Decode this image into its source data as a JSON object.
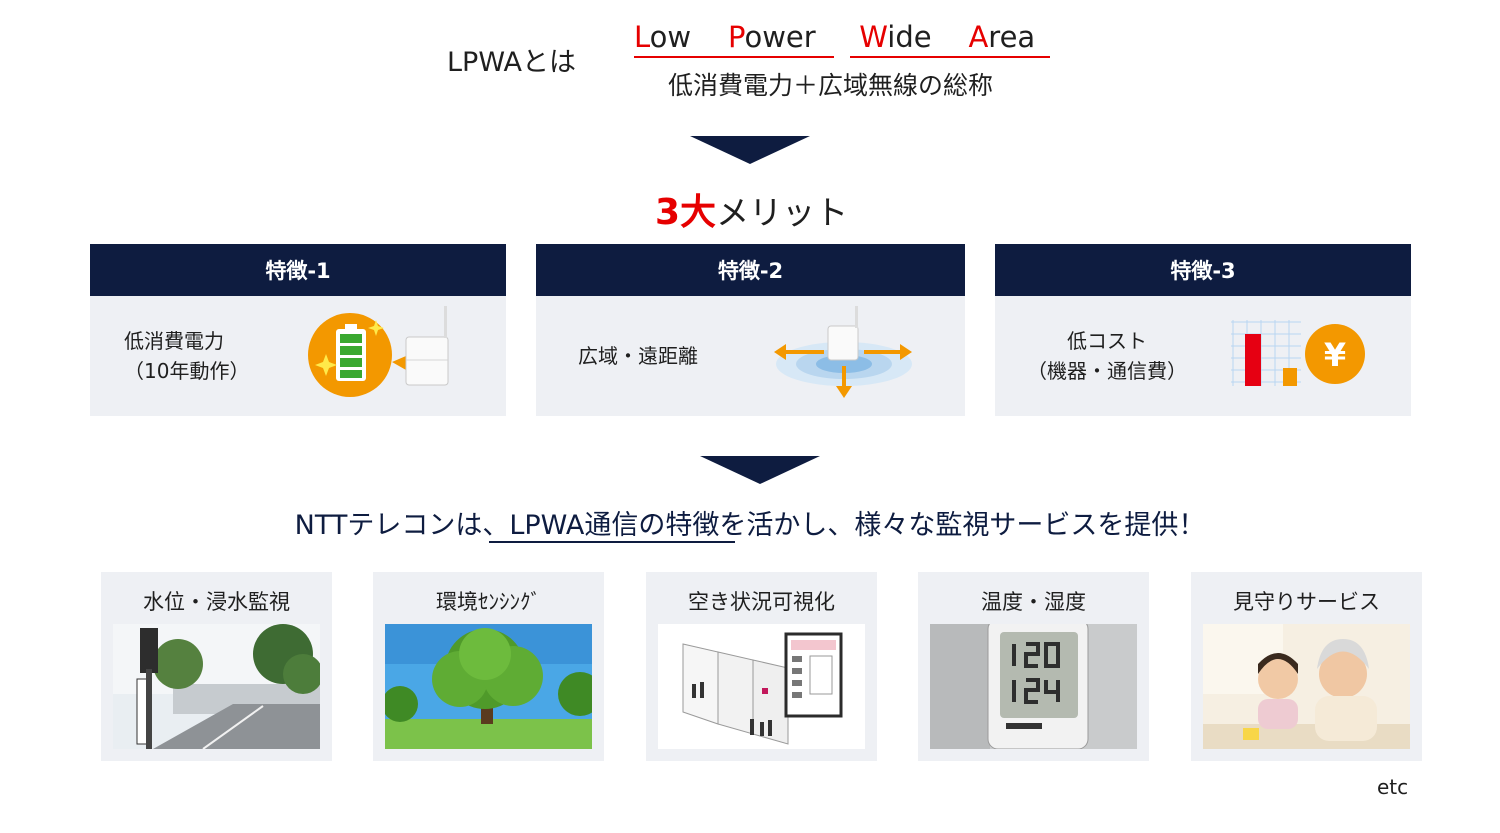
{
  "definition": {
    "lead": "LPWAとは",
    "words": [
      {
        "first": "L",
        "rest": "ow"
      },
      {
        "first": "P",
        "rest": "ower"
      },
      {
        "first": "W",
        "rest": "ide"
      },
      {
        "first": "A",
        "rest": "rea"
      }
    ],
    "description": "低消費電力＋広域無線の総称"
  },
  "merits": {
    "title_number": "3大",
    "title_rest": "メリット"
  },
  "features": [
    {
      "header": "特徴-1",
      "line1": "低消費電力",
      "line2": "（10年動作）",
      "icon": "battery-device-icon"
    },
    {
      "header": "特徴-2",
      "line1": "広域・遠距離",
      "line2": "",
      "icon": "wide-area-signal-icon"
    },
    {
      "header": "特徴-3",
      "line1": "低コスト",
      "line2": "（機器・通信費）",
      "icon": "cost-yen-chart-icon"
    }
  ],
  "message": {
    "before": "NTTテレコンは、",
    "highlight": "LPWA通信の特徴",
    "after": "を活かし、様々な監視サービスを提供！"
  },
  "services": [
    {
      "label": "水位・浸水監視",
      "image": "road-water-level-sign-photo"
    },
    {
      "label": "環境ｾﾝｼﾝｸﾞ",
      "image": "large-tree-photo"
    },
    {
      "label": "空き状況可視化",
      "image": "restroom-vacancy-display-illustration"
    },
    {
      "label": "温度・湿度",
      "image": "digital-thermo-hygrometer-photo"
    },
    {
      "label": "見守りサービス",
      "image": "grandmother-and-child-photo"
    }
  ],
  "footer": {
    "etc": "etc"
  },
  "colors": {
    "navy": "#0e1c40",
    "accent_red": "#e60000",
    "card_bg": "#eef0f4"
  }
}
